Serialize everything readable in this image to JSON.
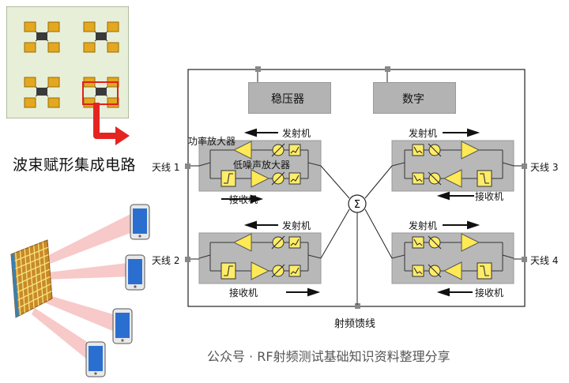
{
  "chip_title": "波束赋形集成电路",
  "blocks": {
    "regulator": "稳压器",
    "digital": "数字"
  },
  "labels": {
    "tx": "发射机",
    "rx": "接收机",
    "pa": "功率放大器",
    "lna": "低噪声放大器",
    "antenna1": "天线 1",
    "antenna2": "天线 2",
    "antenna3": "天线 3",
    "antenna4": "天线 4",
    "feed": "射频馈线",
    "sum": "Σ"
  },
  "watermark": "公众号 · RF射频测试基础知识资料整理分享"
}
